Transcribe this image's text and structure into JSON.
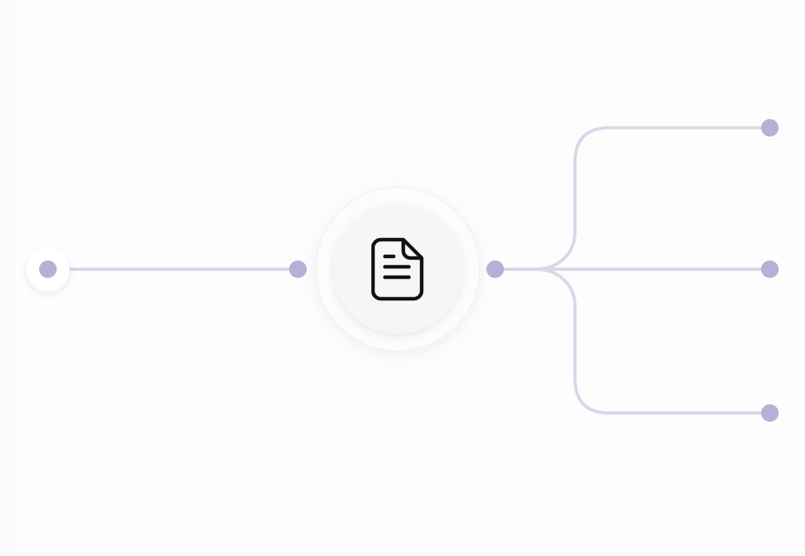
{
  "diagram": {
    "colors": {
      "connector": "#dad7e9",
      "node_dot": "#b5b1d6",
      "hub_background": "#f6f6f8",
      "icon": "#111111"
    },
    "hub": {
      "icon": "document-icon"
    },
    "source": {
      "icon": "none"
    },
    "branches": [
      {
        "id": "branch-top"
      },
      {
        "id": "branch-middle"
      },
      {
        "id": "branch-bottom"
      }
    ]
  }
}
